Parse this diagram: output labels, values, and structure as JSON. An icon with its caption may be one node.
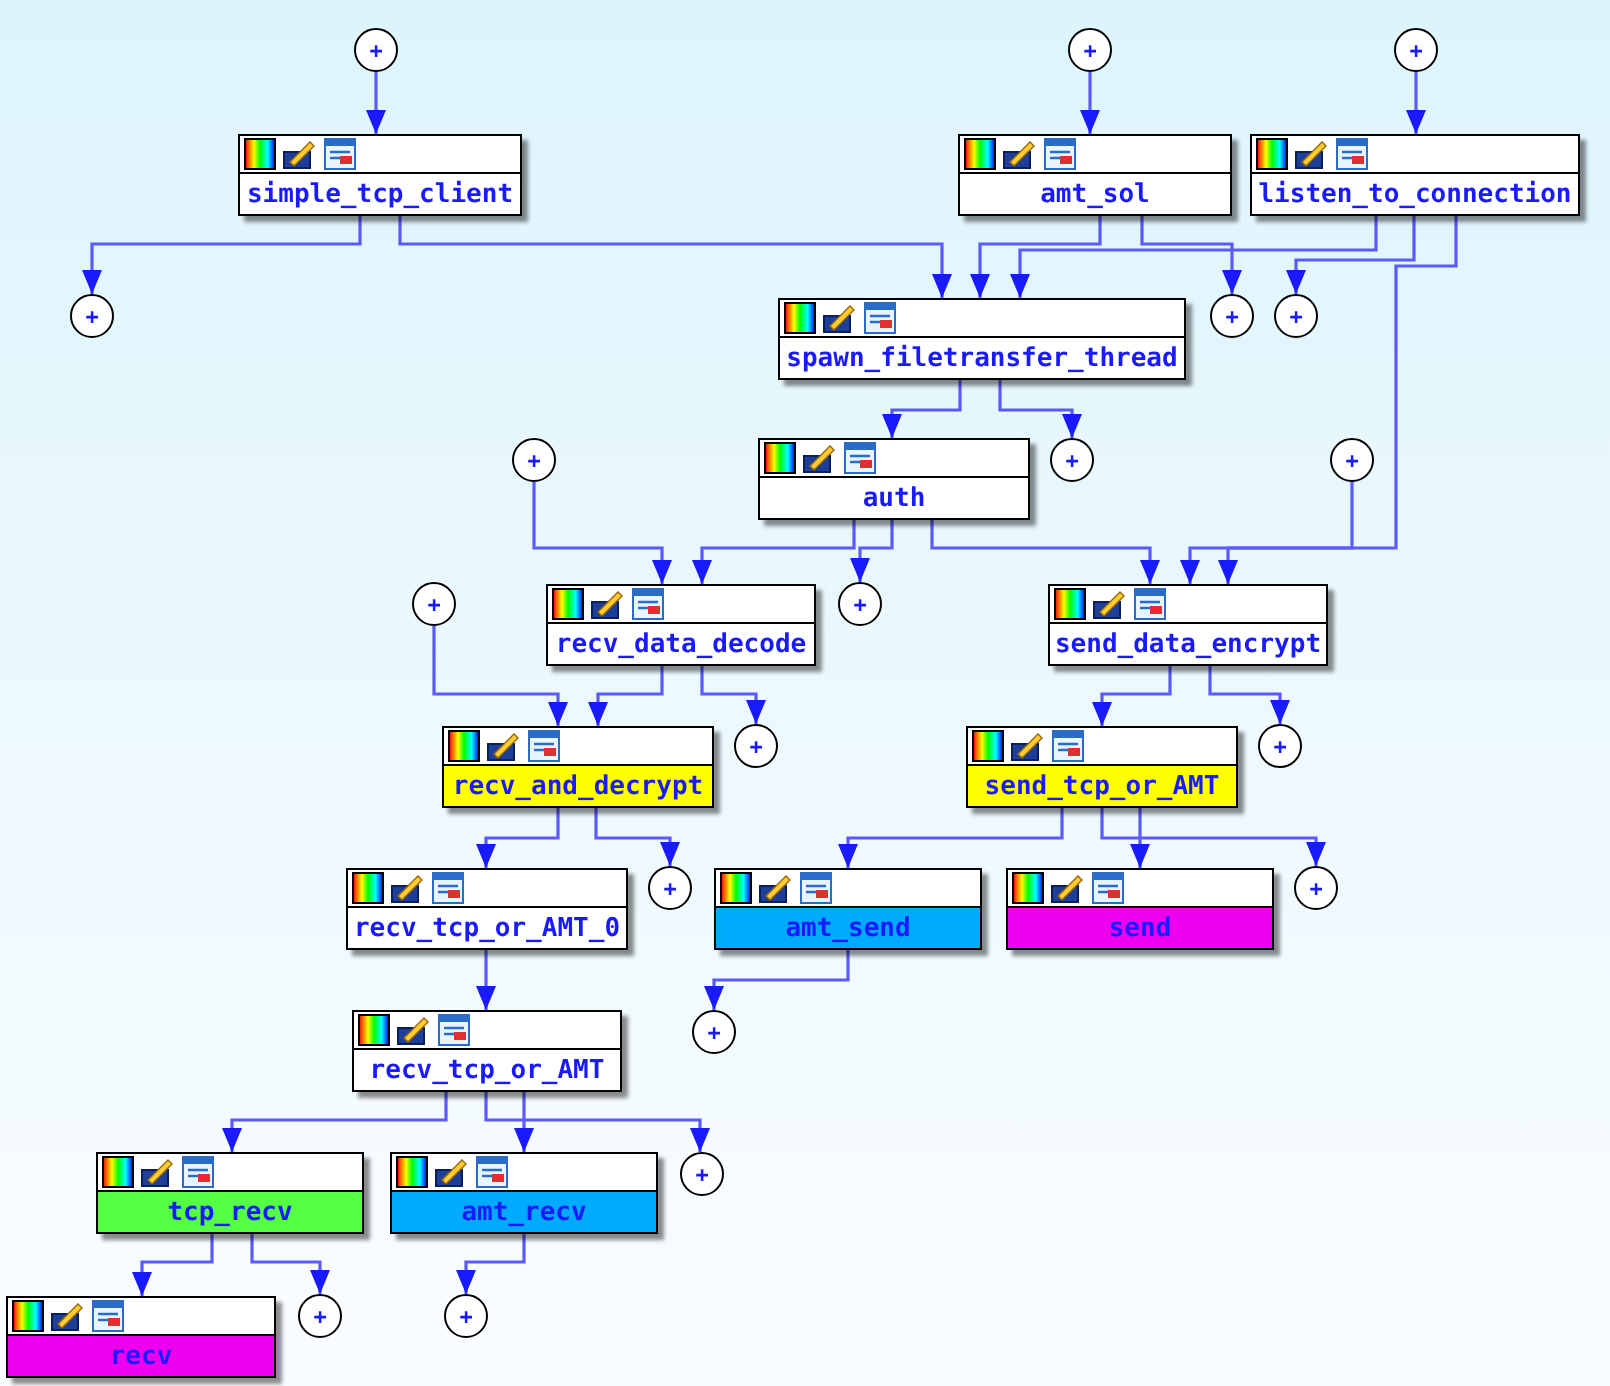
{
  "diagram": {
    "nodes": [
      {
        "text": [
          "+"
        ]
      },
      {
        "text": [
          "+"
        ]
      },
      {
        "text": [
          "+"
        ]
      },
      {
        "text": [
          "simple_tcp_client"
        ]
      },
      {
        "text": [
          "amt_sol"
        ]
      },
      {
        "text": [
          "listen_to_connection"
        ]
      },
      {
        "text": [
          "+"
        ]
      },
      {
        "text": [
          "spawn_filetransfer_thread"
        ]
      },
      {
        "text": [
          "+"
        ]
      },
      {
        "text": [
          "+"
        ]
      },
      {
        "text": [
          "+"
        ]
      },
      {
        "text": [
          "auth"
        ]
      },
      {
        "text": [
          "+"
        ]
      },
      {
        "text": [
          "+"
        ]
      },
      {
        "text": [
          "+"
        ]
      },
      {
        "text": [
          "recv_data_decode"
        ]
      },
      {
        "text": [
          "+"
        ]
      },
      {
        "text": [
          "send_data_encrypt"
        ]
      },
      {
        "text": [
          "recv_and_decrypt"
        ]
      },
      {
        "text": [
          "+"
        ]
      },
      {
        "text": [
          "send_tcp_or_AMT"
        ]
      },
      {
        "text": [
          "+"
        ]
      },
      {
        "text": [
          "recv_tcp_or_AMT_0"
        ]
      },
      {
        "text": [
          "+"
        ]
      },
      {
        "text": [
          "amt_send"
        ]
      },
      {
        "text": [
          "send"
        ]
      },
      {
        "text": [
          "+"
        ]
      },
      {
        "text": [
          "+"
        ]
      },
      {
        "text": [
          "recv_tcp_or_AMT"
        ]
      },
      {
        "text": [
          "tcp_recv"
        ]
      },
      {
        "text": [
          "amt_recv"
        ]
      },
      {
        "text": [
          "+"
        ]
      },
      {
        "text": [
          "recv"
        ]
      },
      {
        "text": [
          "+"
        ]
      },
      {
        "text": [
          "+"
        ]
      }
    ],
    "edges": [
      {
        "from": 0,
        "to": 3,
        "arrow": "to"
      },
      {
        "from": 1,
        "to": 4,
        "arrow": "to"
      },
      {
        "from": 2,
        "to": 5,
        "arrow": "to"
      },
      {
        "from": 3,
        "to": 6,
        "arrow": "to"
      },
      {
        "from": 3,
        "to": 7,
        "arrow": "to"
      },
      {
        "from": 4,
        "to": 7,
        "arrow": "to"
      },
      {
        "from": 4,
        "to": 8,
        "arrow": "to"
      },
      {
        "from": 5,
        "to": 7,
        "arrow": "to"
      },
      {
        "from": 5,
        "to": 9,
        "arrow": "to"
      },
      {
        "from": 5,
        "to": 17,
        "arrow": "to"
      },
      {
        "from": 7,
        "to": 11,
        "arrow": "to"
      },
      {
        "from": 7,
        "to": 12,
        "arrow": "to"
      },
      {
        "from": 10,
        "to": 15,
        "arrow": "to"
      },
      {
        "from": 11,
        "to": 15,
        "arrow": "to"
      },
      {
        "from": 11,
        "to": 16,
        "arrow": "to"
      },
      {
        "from": 11,
        "to": 17,
        "arrow": "to"
      },
      {
        "from": 13,
        "to": 17,
        "arrow": "to"
      },
      {
        "from": 15,
        "to": 18,
        "arrow": "to"
      },
      {
        "from": 15,
        "to": 19,
        "arrow": "to"
      },
      {
        "from": 14,
        "to": 18,
        "arrow": "to"
      },
      {
        "from": 17,
        "to": 20,
        "arrow": "to"
      },
      {
        "from": 17,
        "to": 21,
        "arrow": "to"
      },
      {
        "from": 18,
        "to": 22,
        "arrow": "to"
      },
      {
        "from": 18,
        "to": 23,
        "arrow": "to"
      },
      {
        "from": 20,
        "to": 24,
        "arrow": "to"
      },
      {
        "from": 20,
        "to": 25,
        "arrow": "to"
      },
      {
        "from": 20,
        "to": 26,
        "arrow": "to"
      },
      {
        "from": 22,
        "to": 28,
        "arrow": "to"
      },
      {
        "from": 24,
        "to": 27,
        "arrow": "to"
      },
      {
        "from": 28,
        "to": 29,
        "arrow": "to"
      },
      {
        "from": 28,
        "to": 31,
        "arrow": "to"
      },
      {
        "from": 28,
        "to": 30,
        "arrow": "to"
      },
      {
        "from": 29,
        "to": 32,
        "arrow": "to"
      },
      {
        "from": 29,
        "to": 33,
        "arrow": "to"
      },
      {
        "from": 30,
        "to": 34,
        "arrow": "to"
      }
    ]
  }
}
